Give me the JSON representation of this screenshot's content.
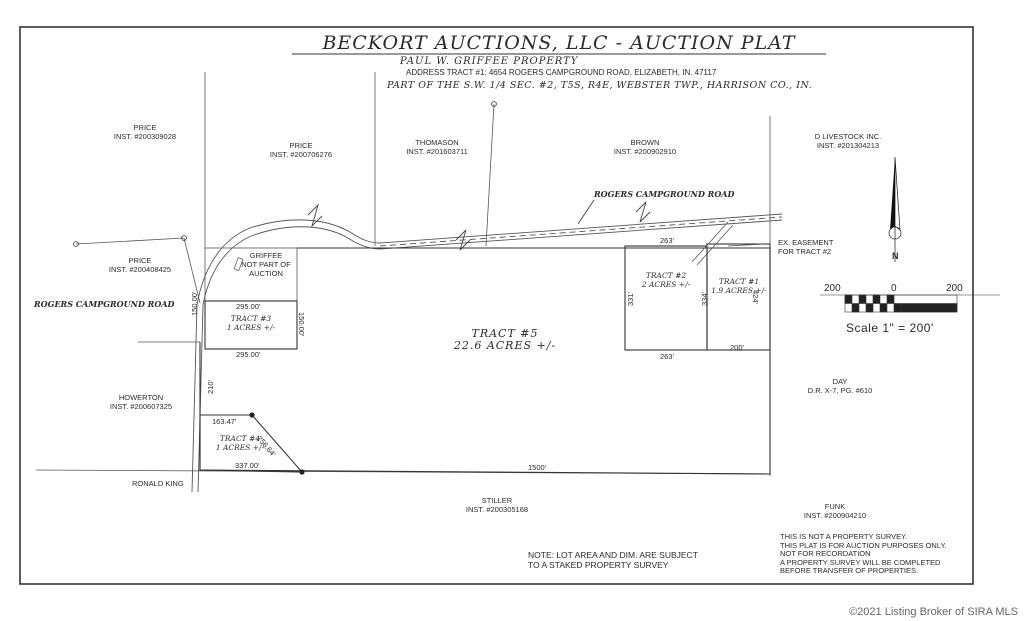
{
  "title": "BECKORT AUCTIONS, LLC  -  AUCTION PLAT",
  "property": "PAUL W. GRIFFEE PROPERTY",
  "address": "ADDRESS TRACT #1: 4654 ROGERS CAMPGROUND ROAD, ELIZABETH, IN. 47117",
  "legal": "PART OF THE S.W. 1/4 SEC. #2, T5S, R4E, WEBSTER TWP., HARRISON CO., IN.",
  "owners": {
    "price1": [
      "PRICE",
      "INST. #200309028"
    ],
    "price2": [
      "PRICE",
      "INST. #200706276"
    ],
    "thomason": [
      "THOMASON",
      "INST. #201603711"
    ],
    "brown": [
      "BROWN",
      "INST. #200902910"
    ],
    "dlivestock": [
      "D LIVESTOCK INC.",
      "INST. #201304213"
    ],
    "price3": [
      "PRICE",
      "INST. #200408425"
    ],
    "griffee": [
      "GRIFFEE",
      "NOT PART OF",
      "AUCTION"
    ],
    "howerton": [
      "HOWERTON",
      "INST. #200607325"
    ],
    "ronald_king": "RONALD KING",
    "stiller": [
      "STILLER",
      "INST. #200305168"
    ],
    "funk": [
      "FUNK",
      "INST. #200904210"
    ],
    "day": [
      "DAY",
      "D.R. X-7, PG. #610"
    ]
  },
  "roads": {
    "north": "ROGERS CAMPGROUND ROAD",
    "west": "ROGERS CAMPGROUND ROAD"
  },
  "easement": [
    "EX. EASEMENT",
    "FOR TRACT #2"
  ],
  "tracts": {
    "t1": [
      "TRACT #1",
      "1.9 ACRES +/-"
    ],
    "t2": [
      "TRACT #2",
      "2 ACRES +/-"
    ],
    "t3": [
      "TRACT #3",
      "1 ACRES +/-"
    ],
    "t4": [
      "TRACT #4",
      "1 ACRES +/-"
    ],
    "t5": [
      "TRACT #5",
      "22.6 ACRES +/-"
    ]
  },
  "dims": {
    "t3_top": "295.00'",
    "t3_bottom": "295.00'",
    "t3_left": "150.00'",
    "t3_right": "150.00'",
    "t2_top": "263'",
    "t2_bottom": "263'",
    "t2_left": "331'",
    "t2_right": "334'",
    "t1_right": "424'",
    "t1_bottom": "200'",
    "west_210": "210'",
    "t4_top": "163.47'",
    "t4_diag": "256.64'",
    "t4_bottom": "337.00'",
    "south": "1500'"
  },
  "north_label": "N",
  "scale": {
    "left": "200",
    "mid": "0",
    "right": "200",
    "text": "Scale  1\"  =  200'"
  },
  "note": [
    "NOTE: LOT AREA AND DIM. ARE SUBJECT",
    "TO A STAKED PROPERTY SURVEY"
  ],
  "disclaimer": [
    "THIS IS NOT A PROPERTY SURVEY.",
    "THIS PLAT IS FOR AUCTION PURPOSES ONLY.",
    "NOT FOR RECORDATION",
    "A PROPERTY SURVEY WILL BE COMPLETED",
    "BEFORE TRANSFER OF PROPERTIES."
  ],
  "copyright": "©2021 Listing Broker of SIRA MLS"
}
